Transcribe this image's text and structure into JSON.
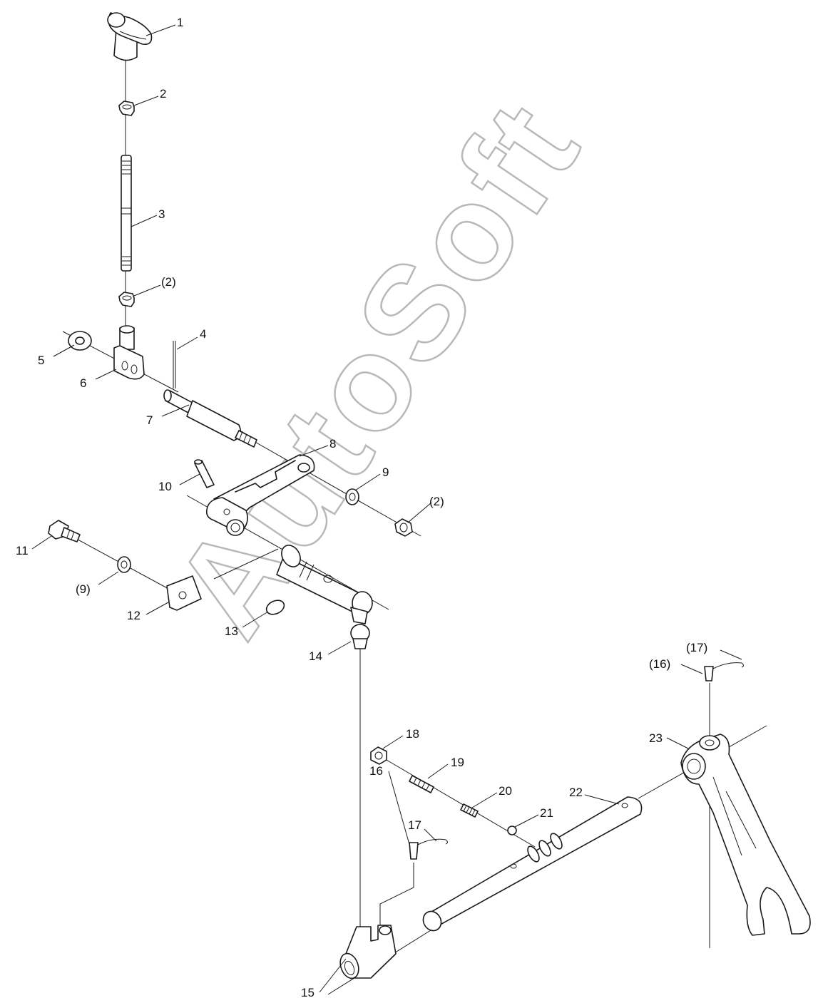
{
  "watermark": "AutoSoft",
  "callouts": [
    {
      "id": "c1",
      "text": "1"
    },
    {
      "id": "c2",
      "text": "2"
    },
    {
      "id": "c3",
      "text": "3"
    },
    {
      "id": "c2b",
      "text": "(2)"
    },
    {
      "id": "c4",
      "text": "4"
    },
    {
      "id": "c5",
      "text": "5"
    },
    {
      "id": "c6",
      "text": "6"
    },
    {
      "id": "c7",
      "text": "7"
    },
    {
      "id": "c8",
      "text": "8"
    },
    {
      "id": "c9",
      "text": "9"
    },
    {
      "id": "c2c",
      "text": "(2)"
    },
    {
      "id": "c10",
      "text": "10"
    },
    {
      "id": "c11",
      "text": "11"
    },
    {
      "id": "c9b",
      "text": "(9)"
    },
    {
      "id": "c12",
      "text": "12"
    },
    {
      "id": "c13",
      "text": "13"
    },
    {
      "id": "c14",
      "text": "14"
    },
    {
      "id": "c17b",
      "text": "(17)"
    },
    {
      "id": "c16b",
      "text": "(16)"
    },
    {
      "id": "c18",
      "text": "18"
    },
    {
      "id": "c19",
      "text": "19"
    },
    {
      "id": "c20",
      "text": "20"
    },
    {
      "id": "c21",
      "text": "21"
    },
    {
      "id": "c22",
      "text": "22"
    },
    {
      "id": "c23",
      "text": "23"
    },
    {
      "id": "c16",
      "text": "16"
    },
    {
      "id": "c17",
      "text": "17"
    },
    {
      "id": "c15",
      "text": "15"
    }
  ]
}
